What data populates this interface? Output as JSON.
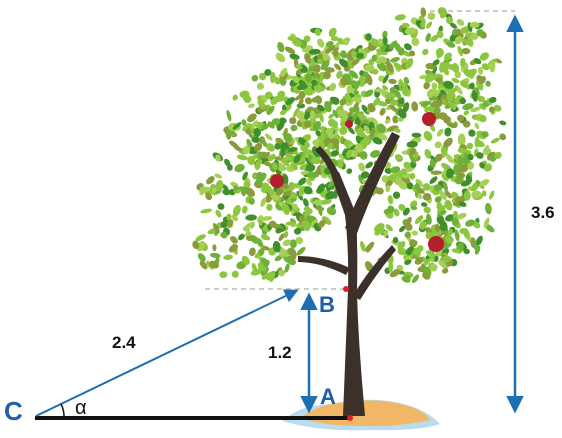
{
  "labels": {
    "point_a": "A",
    "point_b": "B",
    "point_c": "C",
    "angle": "α",
    "hypotenuse": "2.4",
    "height_ab": "1.2",
    "tree_height": "3.6"
  },
  "colors": {
    "arrow_blue": "#1c6fb3",
    "point_label_blue": "#1e5fa8",
    "ground_black": "#111111",
    "trunk": "#3b302a",
    "foliage_light": "#8cc63f",
    "foliage_dark": "#3f8f2a",
    "foliage_olive": "#8b9a3a",
    "apple_red": "#b3202a",
    "sand": "#f2b766",
    "water": "#b9dcf0",
    "dashed_guide": "#999999",
    "point_red": "#e0202a"
  }
}
